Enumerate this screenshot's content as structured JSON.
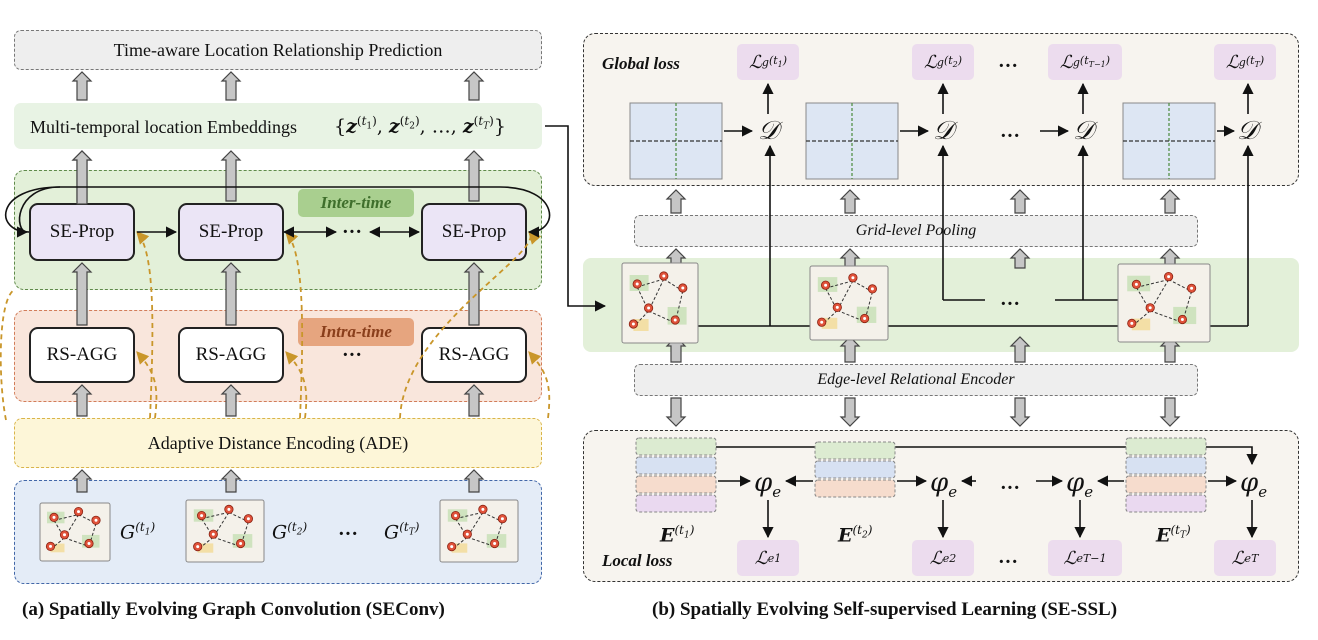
{
  "left": {
    "prediction": "Time-aware Location Relationship Prediction",
    "embeddings": "Multi-temporal location Embeddings",
    "inter_time": "Inter-time",
    "intra_time": "Intra-time",
    "seprop": "SE-Prop",
    "rsagg": "RS-AGG",
    "ade": "Adaptive Distance Encoding (ADE)",
    "ellipsis": "···",
    "caption": "(a) Spatially Evolving Graph Convolution (SEConv)"
  },
  "right": {
    "global_loss": "Global loss",
    "local_loss": "Local loss",
    "grid_pooling": "Grid-level Pooling",
    "edge_encoder": "Edge-level Relational Encoder",
    "ellipsis": "···",
    "caption": "(b) Spatially Evolving Self-supervised Learning (SE-SSL)"
  },
  "colors": {
    "prediction_bg": "#eeeeee",
    "embeddings_bg": "#e8f3e4",
    "green_region": "#e3f0d9",
    "green_border": "#5f8a4a",
    "orange_region": "#f9e6dc",
    "orange_border": "#d27d5a",
    "yellow_region": "#fdf6d8",
    "yellow_border": "#d9b44a",
    "blue_region": "#e4ecf7",
    "blue_border": "#4267a8",
    "seprop_fill": "#ebe5f6",
    "inter_tag": "#a9cf8f",
    "inter_text": "#3f6f2c",
    "intra_tag": "#e6a57f",
    "intra_text": "#8a3f1c",
    "loss_fill": "#ecdcee",
    "arrow_gold": "#c9962a",
    "block_arrow_fill": "#c6c6c6",
    "emb_green": "#dcebd1",
    "emb_blue": "#d7e1f2",
    "emb_orange": "#f6dccd",
    "emb_purple": "#ead9f0"
  }
}
